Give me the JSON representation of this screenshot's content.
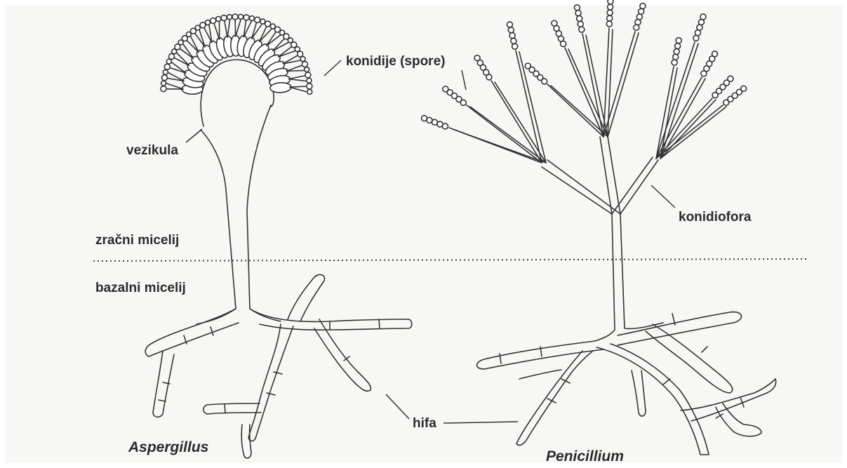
{
  "labels": {
    "conidia": "konidije (spore)",
    "vesicle": "vezikula",
    "conidiophore": "konidiofora",
    "aerial_mycelium": "zračni micelij",
    "basal_mycelium": "bazalni micelij",
    "hypha": "hifa"
  },
  "organisms": {
    "left": "Aspergillus",
    "right": "Penicillium"
  },
  "colors": {
    "ink": "#333333",
    "paper": "#ffffff",
    "shade": "#f6f6f4"
  }
}
